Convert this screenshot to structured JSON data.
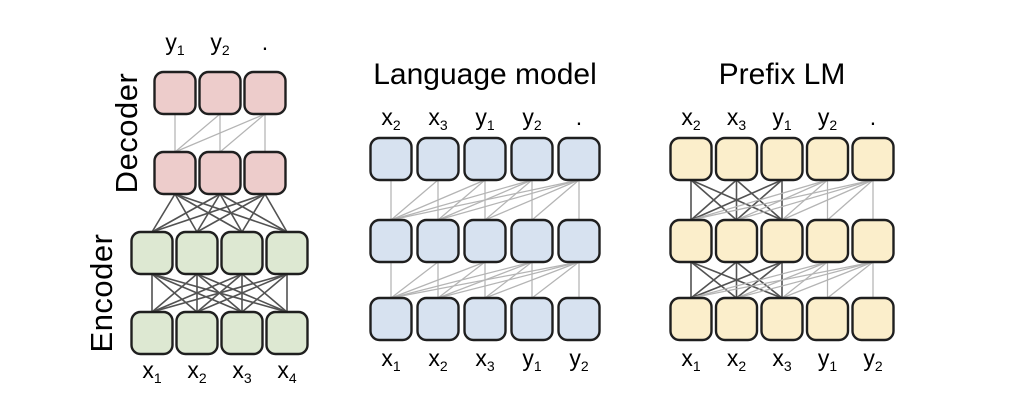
{
  "figure": {
    "background": "#ffffff",
    "colors": {
      "box_border": "#1f1f1f",
      "dark_line": "#525252",
      "light_line": "#b4b4b4",
      "text": "#000000",
      "decoder_fill": "#edcccb",
      "encoder_fill": "#dde8d2",
      "language_model_fill": "#d7e2f0",
      "prefix_lm_fill": "#fbeecb"
    },
    "diagrams": [
      {
        "id": "encoder-decoder",
        "decoder_label": "Decoder",
        "encoder_label": "Encoder",
        "top_labels": [
          {
            "base": "y",
            "sub": "1"
          },
          {
            "base": "y",
            "sub": "2"
          },
          {
            "base": ".",
            "sub": ""
          }
        ],
        "bottom_labels": [
          {
            "base": "x",
            "sub": "1"
          },
          {
            "base": "x",
            "sub": "2"
          },
          {
            "base": "x",
            "sub": "3"
          },
          {
            "base": "x",
            "sub": "4"
          }
        ],
        "decoder": {
          "rows": 2,
          "cols": 3,
          "fill_key": "decoder_fill",
          "self_attention": "causal"
        },
        "encoder": {
          "rows": 2,
          "cols": 4,
          "fill_key": "encoder_fill",
          "self_attention": "full"
        },
        "cross_attention": "full"
      },
      {
        "id": "language-model",
        "title": "Language model",
        "top_labels": [
          {
            "base": "x",
            "sub": "2"
          },
          {
            "base": "x",
            "sub": "3"
          },
          {
            "base": "y",
            "sub": "1"
          },
          {
            "base": "y",
            "sub": "2"
          },
          {
            "base": ".",
            "sub": ""
          }
        ],
        "bottom_labels": [
          {
            "base": "x",
            "sub": "1"
          },
          {
            "base": "x",
            "sub": "2"
          },
          {
            "base": "x",
            "sub": "3"
          },
          {
            "base": "y",
            "sub": "1"
          },
          {
            "base": "y",
            "sub": "2"
          }
        ],
        "rows": 3,
        "cols": 5,
        "fill_key": "language_model_fill",
        "self_attention": "causal"
      },
      {
        "id": "prefix-lm",
        "title": "Prefix LM",
        "top_labels": [
          {
            "base": "x",
            "sub": "2"
          },
          {
            "base": "x",
            "sub": "3"
          },
          {
            "base": "y",
            "sub": "1"
          },
          {
            "base": "y",
            "sub": "2"
          },
          {
            "base": ".",
            "sub": ""
          }
        ],
        "bottom_labels": [
          {
            "base": "x",
            "sub": "1"
          },
          {
            "base": "x",
            "sub": "2"
          },
          {
            "base": "x",
            "sub": "3"
          },
          {
            "base": "y",
            "sub": "1"
          },
          {
            "base": "y",
            "sub": "2"
          }
        ],
        "rows": 3,
        "cols": 5,
        "fill_key": "prefix_lm_fill",
        "self_attention": "prefix-causal",
        "prefix_length": 3
      }
    ]
  }
}
